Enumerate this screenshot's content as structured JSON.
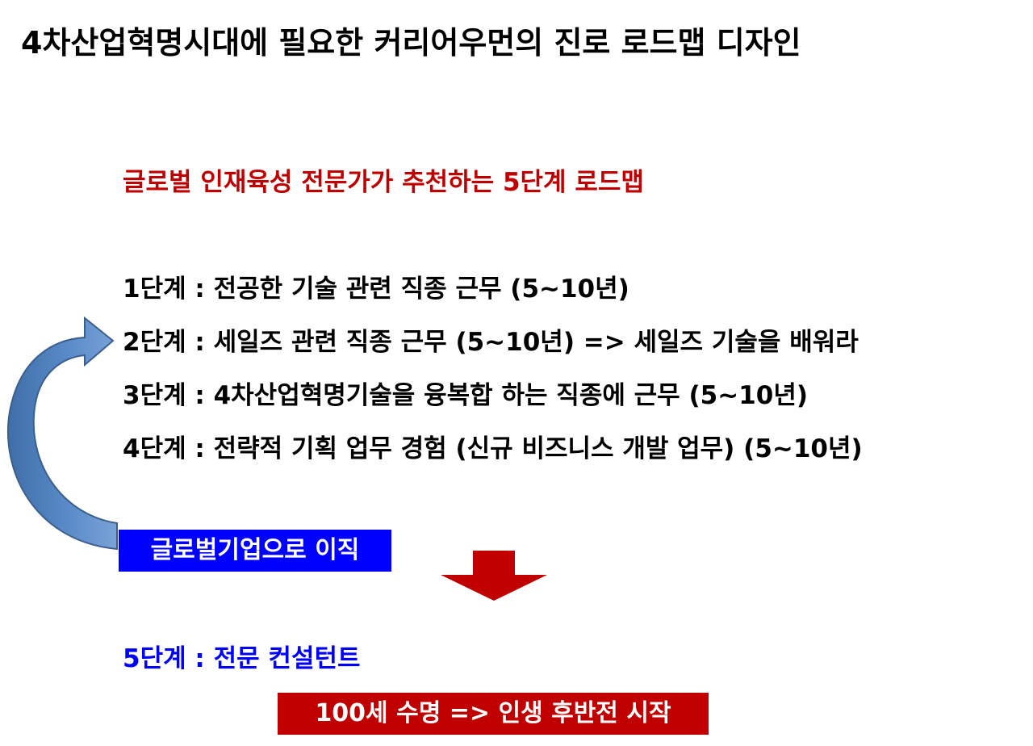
{
  "title": "4차산업혁명시대에 필요한 커리어우먼의 진로 로드맵 디자인",
  "subtitle": "글로벌 인재육성 전문가가 추천하는 5단계 로드맵",
  "steps": [
    "1단계 : 전공한 기술 관련 직종 근무 (5~10년)",
    "2단계 : 세일즈 관련 직종 근무 (5~10년) => 세일즈 기술을 배워라",
    "3단계 : 4차산업혁명기술을 융복합 하는 직종에 근무 (5~10년)",
    "4단계 : 전략적 기획 업무 경험 (신규 비즈니스 개발 업무) (5~10년)"
  ],
  "move_label": "글로벌기업으로 이직",
  "step5": "5단계 : 전문 컨설턴트",
  "life_label": "100세 수명 => 인생 후반전 시작",
  "colors": {
    "subtitle": "#c00000",
    "step5": "#0000ff",
    "move_box_bg": "#0000ff",
    "life_box_bg": "#c00000",
    "down_arrow": "#c00000",
    "curved_arrow": "#4f81bd"
  },
  "icons": {
    "curved_arrow": "curved-arrow-icon",
    "down_arrow": "down-arrow-icon"
  }
}
